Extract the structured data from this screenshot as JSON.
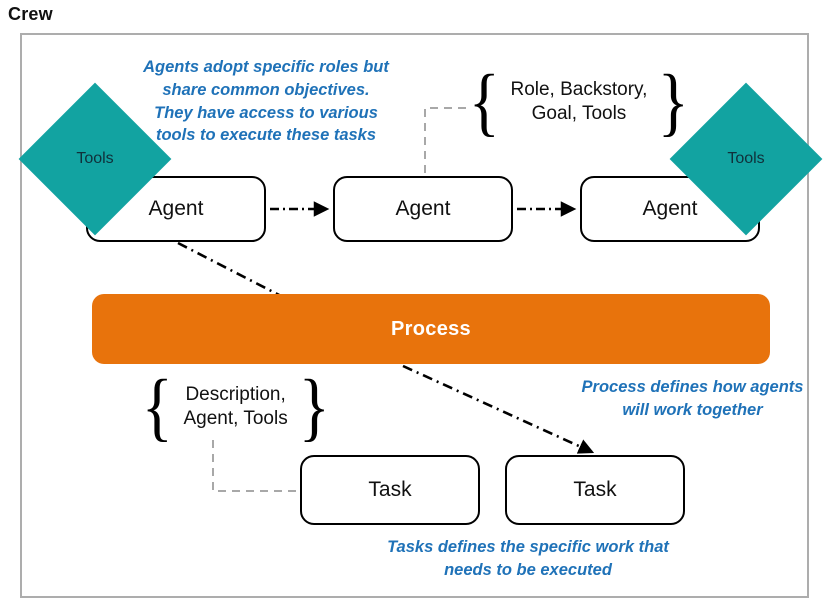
{
  "page": {
    "title": "Crew"
  },
  "nodes": {
    "agents": [
      {
        "id": "agent-1",
        "label": "Agent"
      },
      {
        "id": "agent-2",
        "label": "Agent"
      },
      {
        "id": "agent-3",
        "label": "Agent"
      }
    ],
    "tasks": [
      {
        "id": "task-1",
        "label": "Task"
      },
      {
        "id": "task-2",
        "label": "Task"
      }
    ],
    "tools": [
      {
        "id": "tools-left",
        "label": "Tools"
      },
      {
        "id": "tools-right",
        "label": "Tools"
      }
    ],
    "process": {
      "label": "Process"
    }
  },
  "braces": {
    "agent_attributes": {
      "open": "{",
      "close": "}",
      "text": "Role, Backstory,\nGoal, Tools"
    },
    "task_attributes": {
      "open": "{",
      "close": "}",
      "text": "Description,\nAgent, Tools"
    }
  },
  "annotations": {
    "agents": "Agents adopt specific roles but\nshare common objectives.\nThey have access to various\ntools to execute these tasks",
    "process": "Process defines how agents\nwill work together",
    "tasks": "Tasks defines the specific work that\nneeds to be executed"
  },
  "colors": {
    "teal": "#12a3a1",
    "orange": "#e8730c",
    "annotation_blue": "#1f72b8",
    "frame_gray": "#adadad",
    "dashed_gray": "#a8a8a8",
    "node_stroke": "#000000",
    "process_text": "#ffffff"
  }
}
